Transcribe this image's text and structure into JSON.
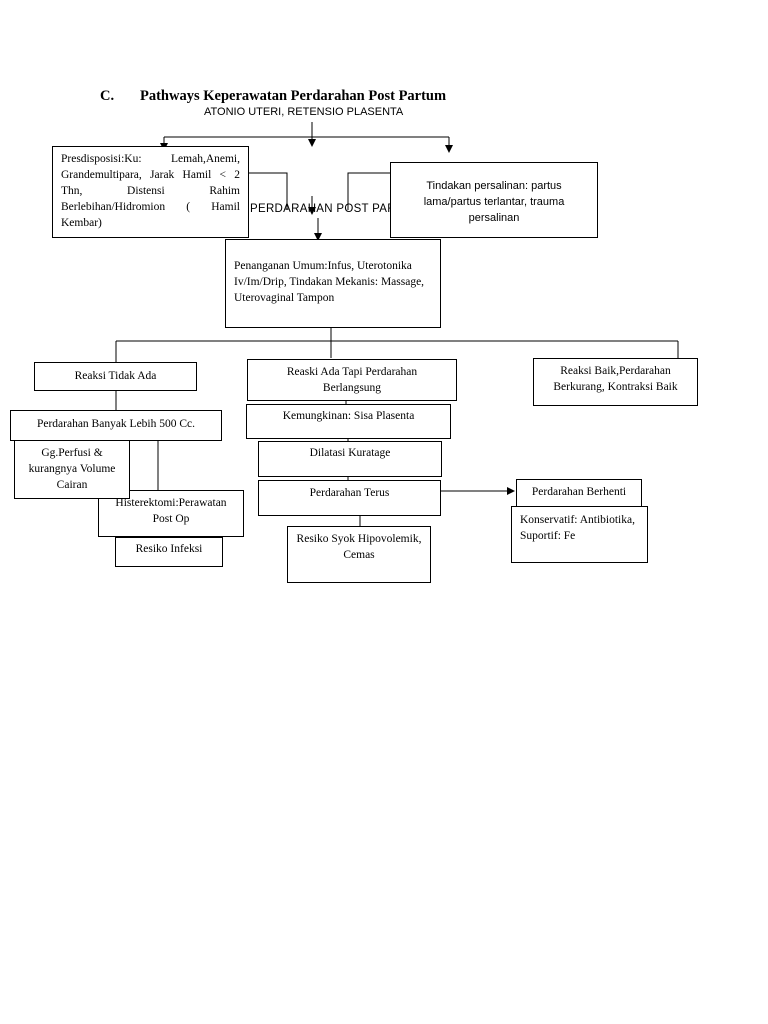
{
  "heading": {
    "number": "C.",
    "title": "Pathways Keperawatan Perdarahan Post Partum"
  },
  "cause_label": "ATONIO UTERI, RETENSIO PLASENTA",
  "center_label": "PERDARAHAN POST PARTUM",
  "nodes": {
    "predisposisi": "Presdisposisi:Ku: Lemah,Anemi, Grandemultipara, Jarak Hamil < 2 Thn, Distensi Rahim Berlebihan/Hidromion ( Hamil Kembar)",
    "tindakan": "Tindakan persalinan: partus lama/partus terlantar, trauma persalinan",
    "penanganan": "Penanganan Umum:Infus, Uterotonika Iv/Im/Drip, Tindakan Mekanis: Massage, Uterovaginal Tampon",
    "reaksi_tidak_ada": "Reaksi Tidak Ada",
    "reaksi_ada": "Reaski Ada Tapi Perdarahan Berlangsung",
    "reaksi_baik": "Reaksi Baik,Perdarahan Berkurang, Kontraksi Baik",
    "perdarahan_banyak": "Perdarahan Banyak Lebih 500 Cc.",
    "gg_perfusi": "Gg.Perfusi & kurangnya Volume Cairan",
    "histerektomi": "Histerektomi:Perawatan Post Op",
    "resiko_infeksi": "Resiko Infeksi",
    "kemungkinan": "Kemungkinan: Sisa Plasenta",
    "dilatasi": "Dilatasi Kuratage",
    "perdarahan_terus": "Perdarahan Terus",
    "resiko_syok": "Resiko Syok Hipovolemik, Cemas",
    "perdarahan_berhenti": "Perdarahan Berhenti",
    "konservatif": "Konservatif: Antibiotika, Suportif: Fe"
  }
}
